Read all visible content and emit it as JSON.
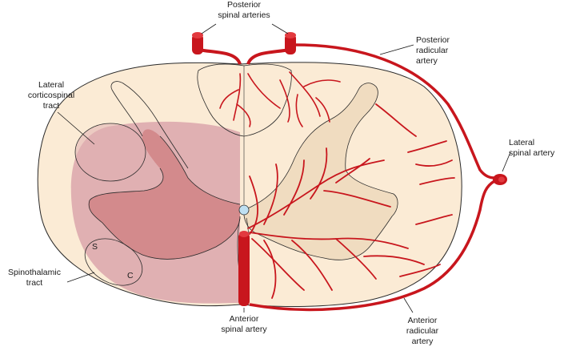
{
  "labels": {
    "posterior_spinal_arteries": "Posterior\nspinal arteries",
    "posterior_radicular_artery": "Posterior\nradicular\nartery",
    "lateral_corticospinal_tract": "Lateral\ncorticospinal\ntract",
    "lateral_spinal_artery": "Lateral\nspinal artery",
    "spinothalamic_tract": "Spinothalamic\ntract",
    "anterior_spinal_artery": "Anterior\nspinal artery",
    "anterior_radicular_artery": "Anterior\nradicular\nartery",
    "s_marker": "S",
    "c_marker": "C"
  },
  "colors": {
    "white_matter": "#fbebd5",
    "gray_matter": "#f0dcc0",
    "lesion_light": "#e0b0b2",
    "lesion_dark": "#d38a8c",
    "artery": "#c8161d",
    "canal": "#bfe0f2",
    "outline": "#2a2a2a"
  }
}
